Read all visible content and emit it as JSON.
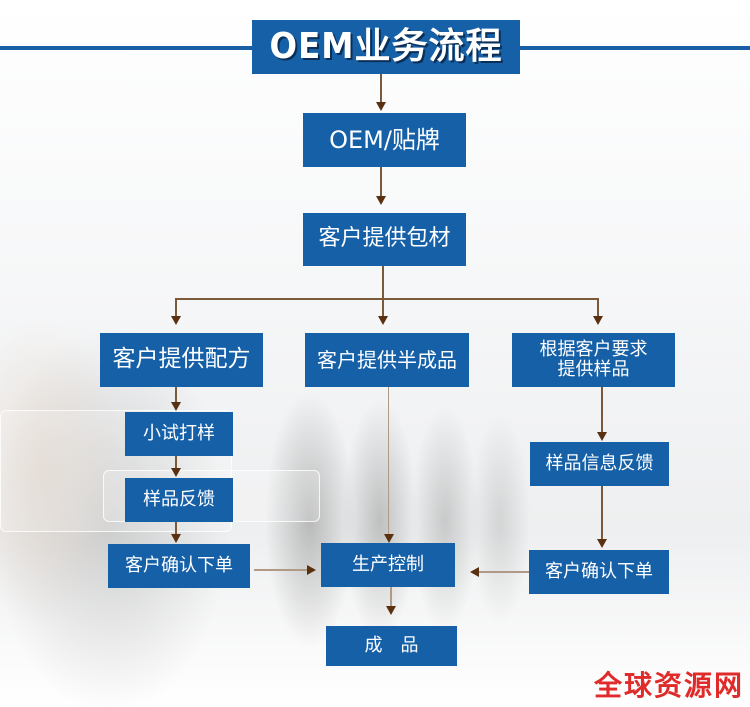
{
  "title": "OEM业务流程",
  "nodes": {
    "oem_label": "OEM/贴牌",
    "customer_packaging": "客户提供包材",
    "customer_formula": "客户提供配方",
    "customer_semi_finished": "客户提供半成品",
    "sample_by_request_line1": "根据客户要求",
    "sample_by_request_line2": "提供样品",
    "small_trial": "小试打样",
    "sample_feedback": "样品反馈",
    "confirm_order_left": "客户确认下单",
    "production_control": "生产控制",
    "sample_info_feedback": "样品信息反馈",
    "confirm_order_right": "客户确认下单",
    "finished_product": "成　品"
  },
  "watermark": "全球资源网",
  "colors": {
    "box_fill": "#1660a8",
    "box_text": "#ffffff",
    "connector": "#7a5a3a",
    "arrowhead": "#5a3110",
    "watermark": "#e02b2b"
  }
}
